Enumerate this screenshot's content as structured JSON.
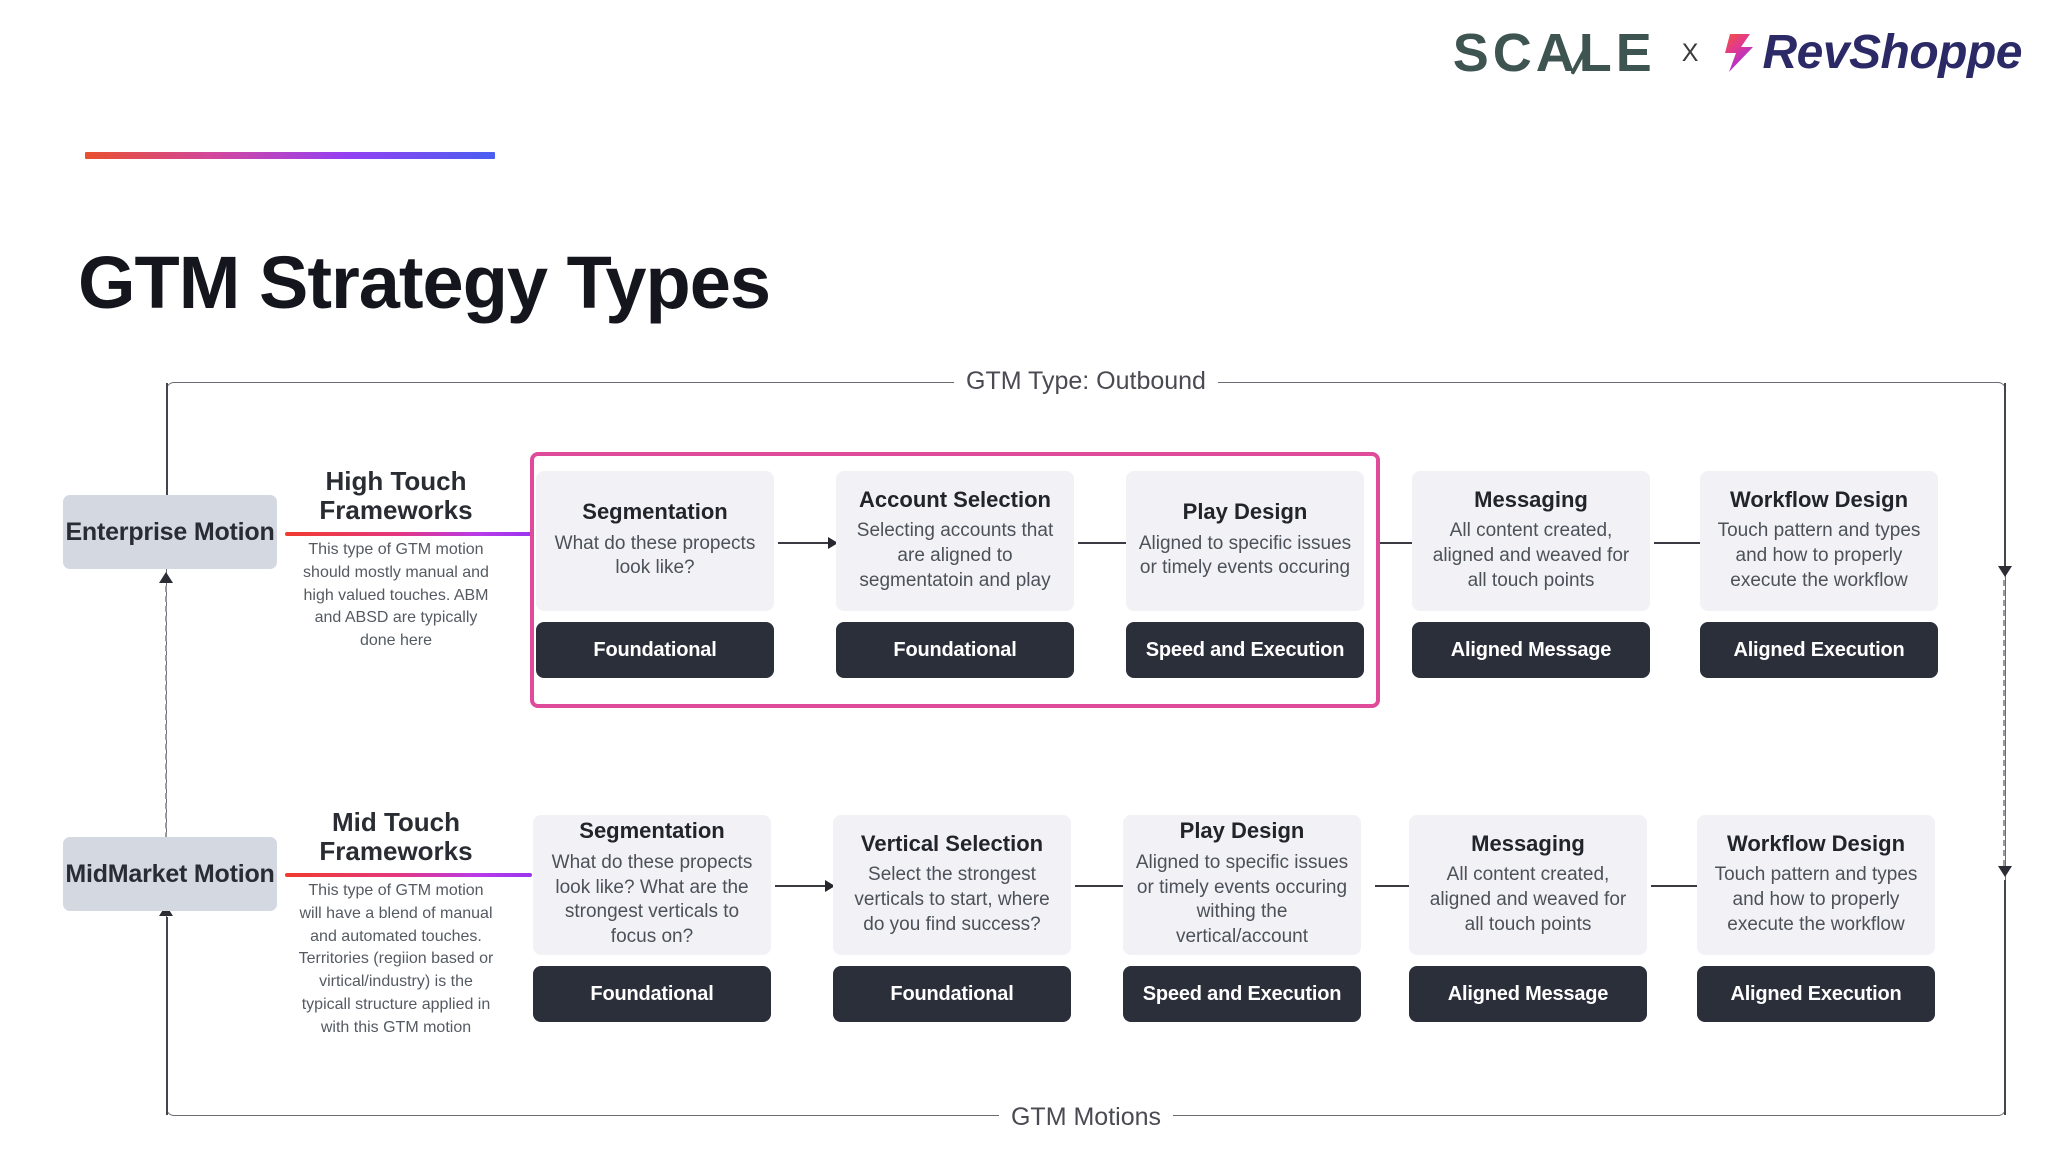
{
  "brand": {
    "scale_logo": "SCALE",
    "separator": "X",
    "partner_logo": "RevShoppe",
    "bolt_icon": "lightning-bolt-icon",
    "scale_color": "#3e5450",
    "partner_color": "#2b2a66"
  },
  "header": {
    "title": "GTM Strategy Types",
    "accent_gradient": [
      "#e8502f",
      "#d2479f",
      "#9540f2",
      "#4a5ff0"
    ]
  },
  "frame": {
    "top_label": "GTM Type: Outbound",
    "bottom_label": "GTM Motions",
    "border_color": "#6b6b72"
  },
  "highlight": {
    "color": "#e04a9a",
    "covers": [
      "Segmentation",
      "Account Selection",
      "Play Design"
    ]
  },
  "rows": [
    {
      "motion": "Enterprise Motion",
      "framework_title": "High Touch Frameworks",
      "framework_desc": "This type of GTM motion should mostly manual and high valued touches. ABM and ABSD are typically done here",
      "steps": [
        {
          "title": "Segmentation",
          "desc": "What do these propects look like?",
          "badge": "Foundational"
        },
        {
          "title": "Account Selection",
          "desc": "Selecting accounts that are aligned to segmentatoin and play",
          "badge": "Foundational"
        },
        {
          "title": "Play Design",
          "desc": "Aligned to specific issues or timely events occuring",
          "badge": "Speed and Execution"
        },
        {
          "title": "Messaging",
          "desc": "All content created, aligned and weaved for all touch points",
          "badge": "Aligned Message"
        },
        {
          "title": "Workflow Design",
          "desc": "Touch pattern and types and how to properly execute the workflow",
          "badge": "Aligned Execution"
        }
      ]
    },
    {
      "motion": "MidMarket Motion",
      "framework_title": "Mid Touch Frameworks",
      "framework_desc": "This type of GTM motion will have a blend of manual and automated touches. Territories (regiion based or virtical/industry) is the typicall structure applied in with this GTM motion",
      "steps": [
        {
          "title": "Segmentation",
          "desc": "What do these propects look like? What are the strongest verticals to focus on?",
          "badge": "Foundational"
        },
        {
          "title": "Vertical Selection",
          "desc": "Select the strongest verticals to start, where do you find success?",
          "badge": "Foundational"
        },
        {
          "title": "Play Design",
          "desc": "Aligned to specific issues or timely events occuring withing the vertical/account",
          "badge": "Speed and Execution"
        },
        {
          "title": "Messaging",
          "desc": "All content created, aligned and weaved for all touch points",
          "badge": "Aligned Message"
        },
        {
          "title": "Workflow Design",
          "desc": "Touch pattern and types and how to properly execute the workflow",
          "badge": "Aligned Execution"
        }
      ]
    }
  ],
  "colors": {
    "card_bg": "#f2f2f6",
    "badge_bg": "#2b2f3a",
    "pill_bg": "#d3d8e1",
    "text_dark": "#22242b",
    "text_muted": "#4c5159"
  }
}
